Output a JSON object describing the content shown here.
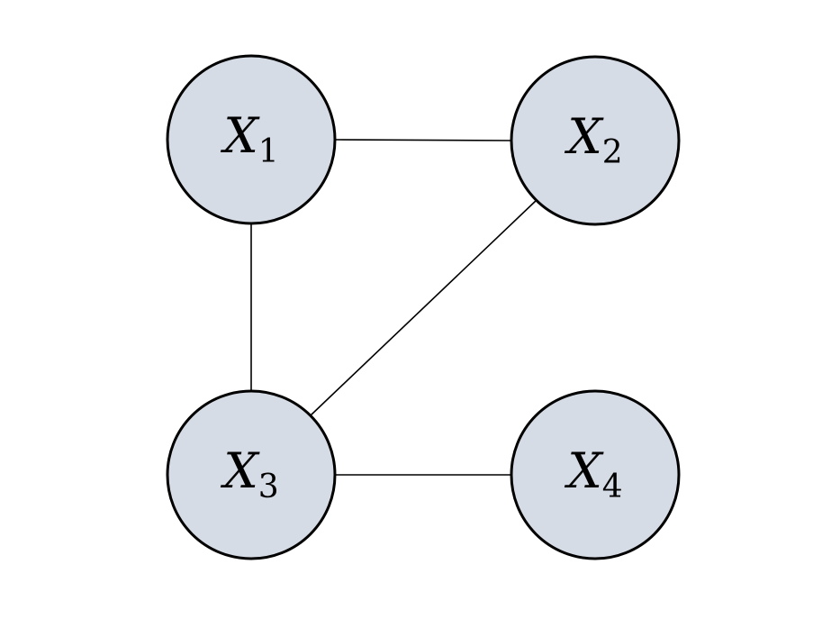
{
  "graph": {
    "nodes": [
      {
        "id": "x1",
        "variable": "X",
        "subscript": "1"
      },
      {
        "id": "x2",
        "variable": "X",
        "subscript": "2"
      },
      {
        "id": "x3",
        "variable": "X",
        "subscript": "3"
      },
      {
        "id": "x4",
        "variable": "X",
        "subscript": "4"
      }
    ],
    "edges": [
      {
        "from": "x1",
        "to": "x2"
      },
      {
        "from": "x1",
        "to": "x3"
      },
      {
        "from": "x2",
        "to": "x3"
      },
      {
        "from": "x3",
        "to": "x4"
      }
    ],
    "colors": {
      "node_fill": "#d6dce6",
      "node_stroke": "#000000",
      "edge_stroke": "#000000",
      "background": "#ffffff"
    }
  }
}
